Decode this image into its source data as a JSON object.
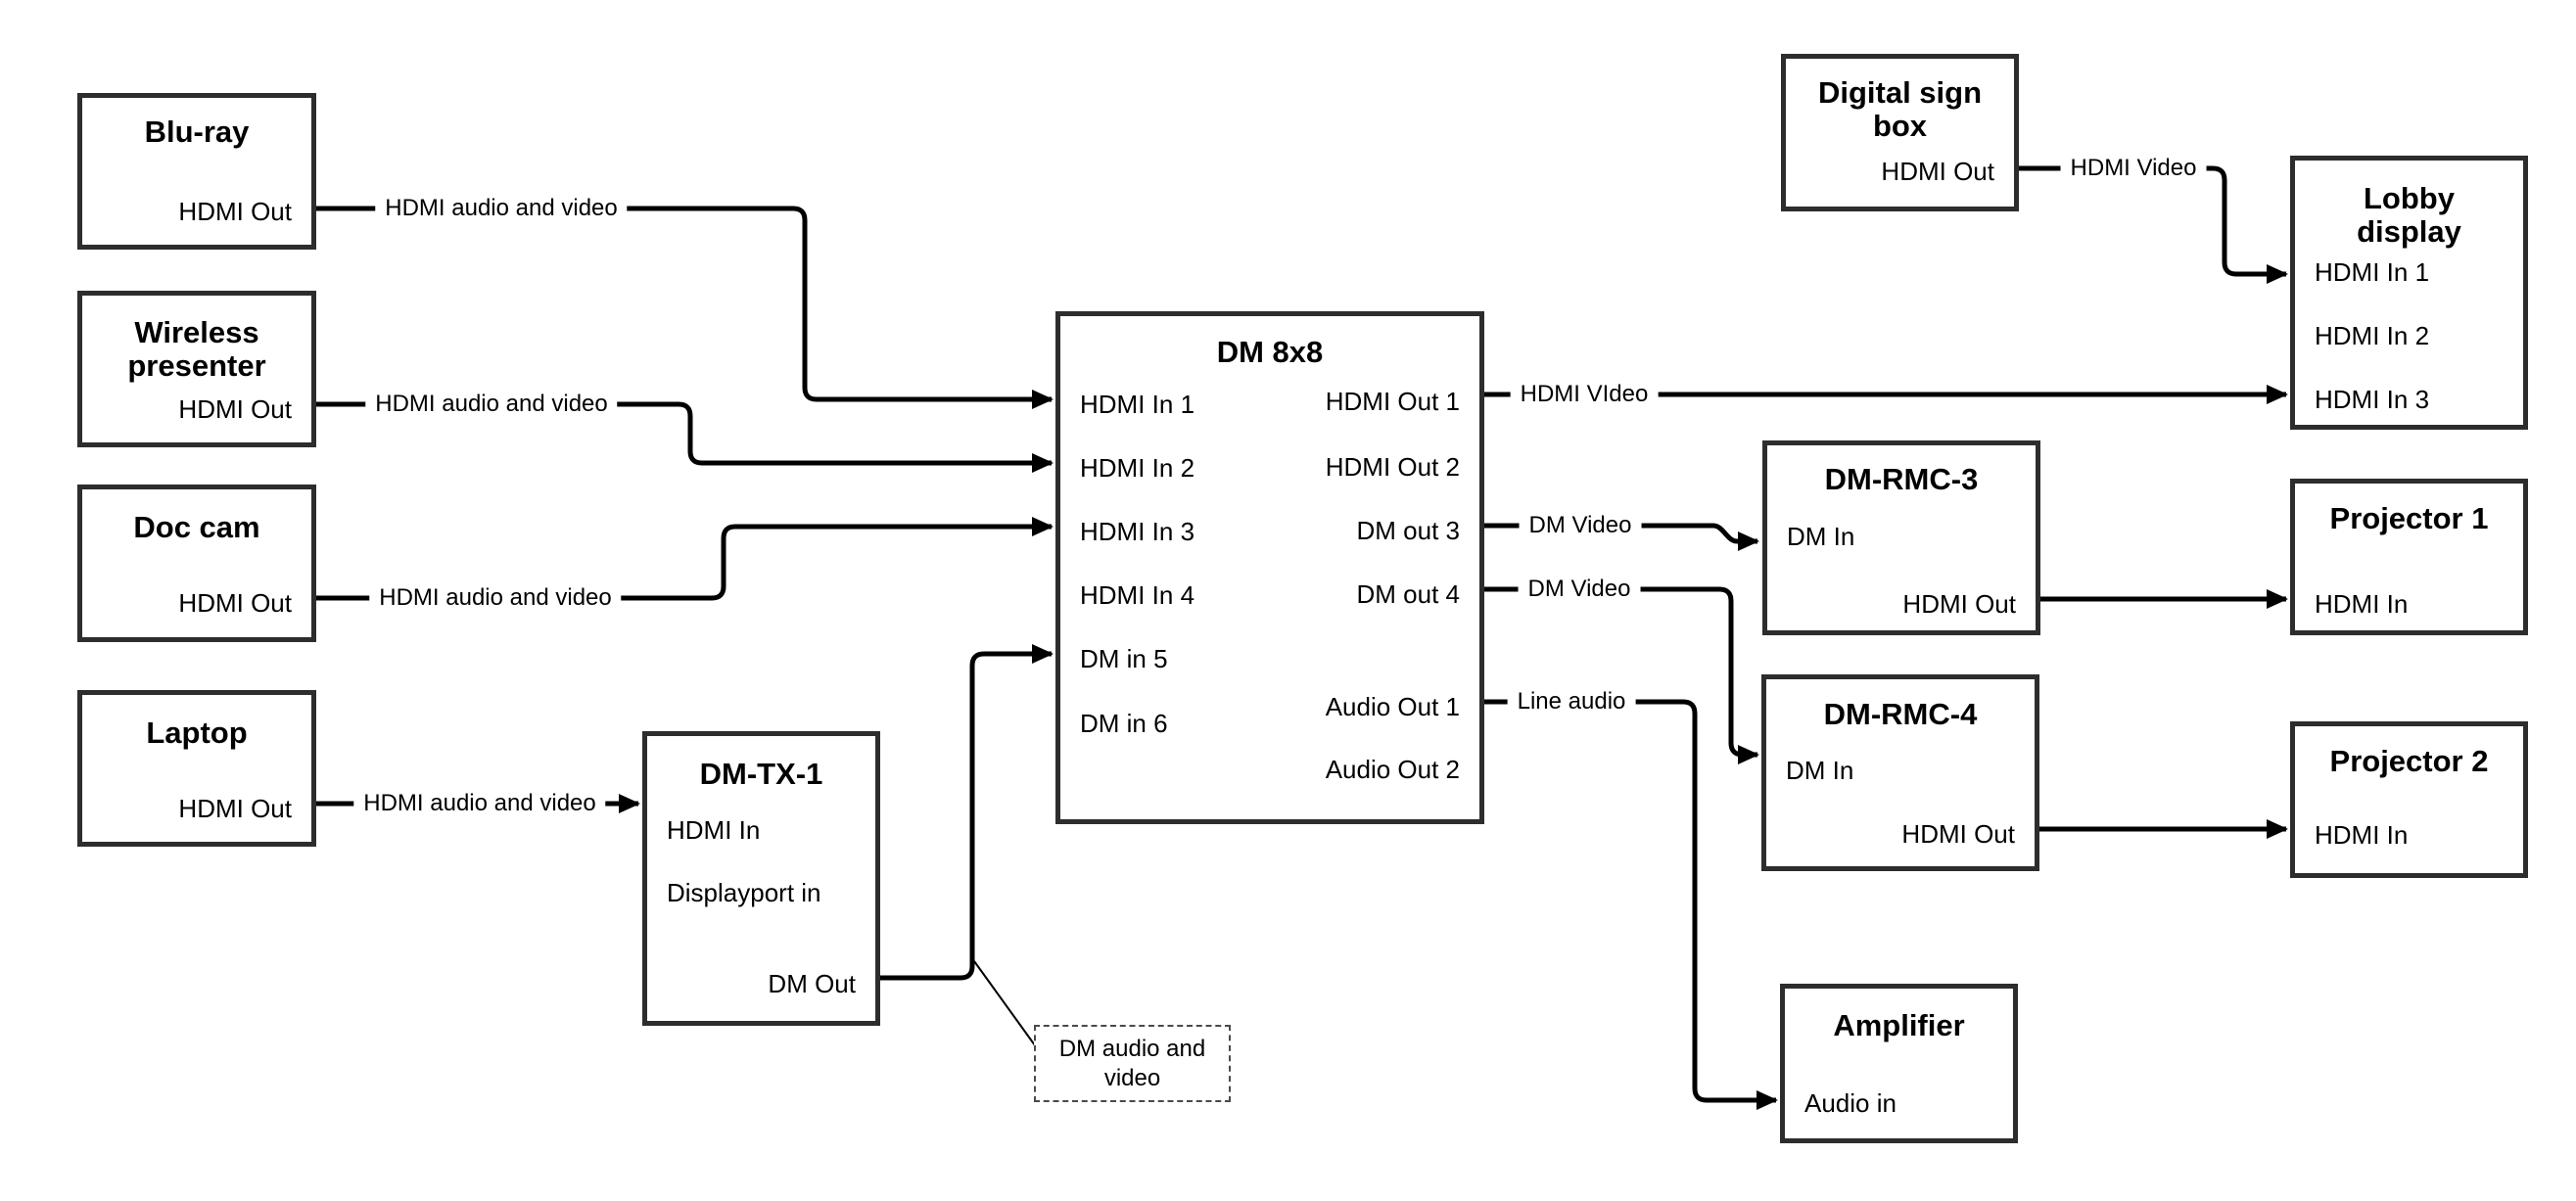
{
  "diagram": {
    "nodes": {
      "bluray": {
        "title": "Blu-ray",
        "ports": {
          "out": "HDMI Out"
        }
      },
      "wireless": {
        "title": "Wireless presenter",
        "ports": {
          "out": "HDMI Out"
        }
      },
      "doccam": {
        "title": "Doc cam",
        "ports": {
          "out": "HDMI Out"
        }
      },
      "laptop": {
        "title": "Laptop",
        "ports": {
          "out": "HDMI Out"
        }
      },
      "dmtx1": {
        "title": "DM-TX-1",
        "ports": {
          "hdmi_in": "HDMI In",
          "displayport_in": "Displayport in",
          "dm_out": "DM Out"
        }
      },
      "dm8x8": {
        "title": "DM 8x8",
        "inputs": [
          "HDMI In 1",
          "HDMI In 2",
          "HDMI In 3",
          "HDMI In 4",
          "DM in 5",
          "DM in 6"
        ],
        "outputs": [
          "HDMI Out 1",
          "HDMI Out 2",
          "DM out 3",
          "DM out 4",
          "Audio Out 1",
          "Audio Out 2"
        ]
      },
      "digital_sign": {
        "title": "Digital sign box",
        "ports": {
          "out": "HDMI Out"
        }
      },
      "lobby": {
        "title": "Lobby display",
        "inputs": [
          "HDMI In 1",
          "HDMI In 2",
          "HDMI In 3"
        ]
      },
      "rmc3": {
        "title": "DM-RMC-3",
        "ports": {
          "dm_in": "DM In",
          "hdmi_out": "HDMI Out"
        }
      },
      "proj1": {
        "title": "Projector 1",
        "ports": {
          "in": "HDMI In"
        }
      },
      "rmc4": {
        "title": "DM-RMC-4",
        "ports": {
          "dm_in": "DM In",
          "hdmi_out": "HDMI Out"
        }
      },
      "proj2": {
        "title": "Projector 2",
        "ports": {
          "in": "HDMI In"
        }
      },
      "amplifier": {
        "title": "Amplifier",
        "ports": {
          "in": "Audio in"
        }
      }
    },
    "edge_labels": {
      "bluray_to_dm8x8": "HDMI audio and video",
      "wireless_to_dm8x8": "HDMI audio and video",
      "doccam_to_dm8x8": "HDMI audio and video",
      "laptop_to_dmtx1": "HDMI audio and video",
      "hdmi_out1": "HDMI VIdeo",
      "dm_out3": "DM Video",
      "dm_out4": "DM Video",
      "audio_out1": "Line audio",
      "digital_sign": "HDMI Video"
    },
    "callout": {
      "text": "DM audio and video"
    }
  }
}
